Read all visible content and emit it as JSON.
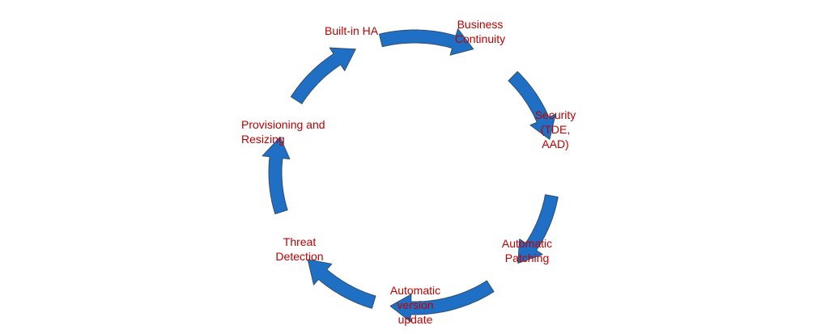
{
  "diagram": {
    "stages": [
      {
        "id": "builtin-ha",
        "lines": [
          "Built-in HA"
        ]
      },
      {
        "id": "business-continuity",
        "lines": [
          "Business",
          "Continuity"
        ]
      },
      {
        "id": "security",
        "lines": [
          "Security",
          "(TDE,",
          "AAD)"
        ]
      },
      {
        "id": "automatic-patching",
        "lines": [
          "Automatic",
          "Patching"
        ]
      },
      {
        "id": "automatic-version-update",
        "lines": [
          "Automatic",
          "version",
          "update"
        ]
      },
      {
        "id": "threat-detection",
        "lines": [
          "Threat",
          "Detection"
        ]
      },
      {
        "id": "provisioning-resizing",
        "lines": [
          "Provisioning and",
          "Resizing"
        ]
      }
    ],
    "colors": {
      "arrow_fill": "#1f6fc5",
      "arrow_stroke": "#2f4f6f",
      "label_text": "#c00000"
    }
  }
}
